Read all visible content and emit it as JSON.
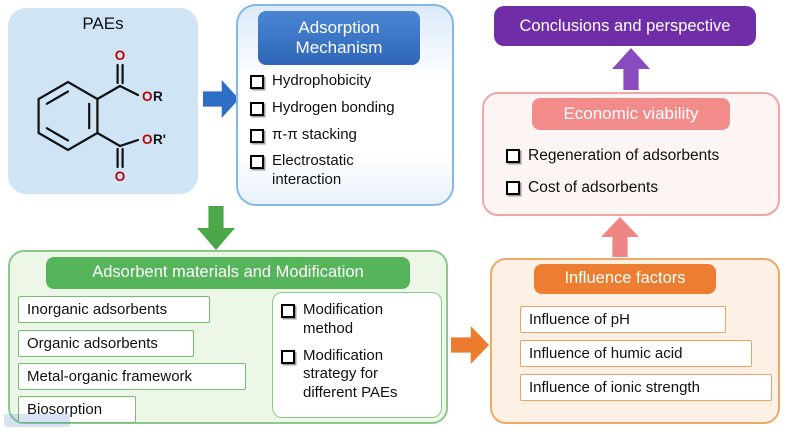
{
  "colors": {
    "blue_accent": "#2d6fc4",
    "green_accent": "#4ca64a",
    "orange_accent": "#ed7d31",
    "pink_accent": "#ee8484",
    "purple_accent": "#6f2da8"
  },
  "paes": {
    "title": "PAEs",
    "structure": {
      "o": "O",
      "r": "R",
      "r_prime": "R'"
    }
  },
  "adsorption_mechanism": {
    "header": "Adsorption Mechanism",
    "items": [
      "Hydrophobicity",
      "Hydrogen bonding",
      "π-π stacking",
      "Electrostatic interaction"
    ]
  },
  "adsorbent": {
    "header": "Adsorbent materials and Modification",
    "materials": [
      "Inorganic adsorbents",
      "Organic adsorbents",
      "Metal-organic framework",
      "Biosorption"
    ],
    "modification_items": [
      "Modification method",
      "Modification strategy for different PAEs"
    ]
  },
  "influence_factors": {
    "header": "Influence factors",
    "items": [
      "Influence of pH",
      "Influence of humic acid",
      "Influence of ionic strength"
    ]
  },
  "economic_viability": {
    "header": "Economic viability",
    "items": [
      "Regeneration of adsorbents",
      "Cost of adsorbents"
    ]
  },
  "conclusions": {
    "label": "Conclusions  and perspective"
  }
}
